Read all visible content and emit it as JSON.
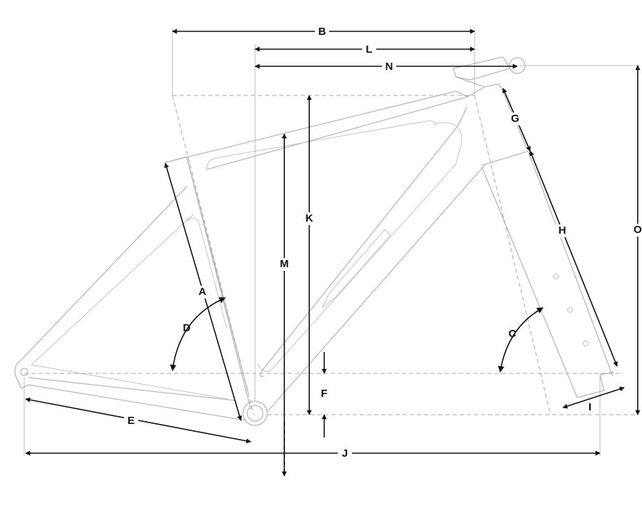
{
  "labels": {
    "A": "A",
    "B": "B",
    "C": "C",
    "D": "D",
    "E": "E",
    "F": "F",
    "G": "G",
    "H": "H",
    "I": "I",
    "J": "J",
    "K": "K",
    "L": "L",
    "M": "M",
    "N": "N",
    "O": "O"
  },
  "colors": {
    "frame_line": "#b9b9b9",
    "reference_dash": "#a8a8a8",
    "dimension_line": "#111111",
    "background": "#ffffff"
  }
}
